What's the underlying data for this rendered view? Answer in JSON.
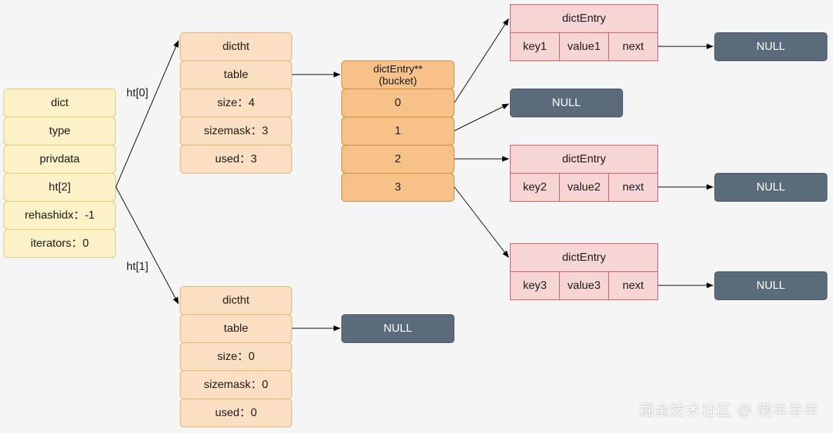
{
  "dict": [
    "dict",
    "type",
    "privdata",
    "ht[2]",
    "rehashidx：-1",
    "iterators：0"
  ],
  "ht0_label": "ht[0]",
  "ht1_label": "ht[1]",
  "ht0": [
    "dictht",
    "table",
    "size：4",
    "sizemask：3",
    "used：3"
  ],
  "ht1": [
    "dictht",
    "table",
    "size：0",
    "sizemask：0",
    "used：0"
  ],
  "bucket_header": "dictEntry**\n(bucket)",
  "buckets": [
    "0",
    "1",
    "2",
    "3"
  ],
  "entries": [
    {
      "title": "dictEntry",
      "key": "key1",
      "value": "value1",
      "next": "next"
    },
    {
      "title": "dictEntry",
      "key": "key2",
      "value": "value2",
      "next": "next"
    },
    {
      "title": "dictEntry",
      "key": "key3",
      "value": "value3",
      "next": "next"
    }
  ],
  "null": "NULL",
  "watermark": "掘金技术社区 @ 懒羊羊羊",
  "colors": {
    "dict_fill": "#fbf0c6",
    "ht_fill": "#fadfc3",
    "bucket_fill": "#f7c18a",
    "entry_fill": "#f8d5d5",
    "null_fill": "#5a6b7b",
    "background": "#f5f5f5"
  }
}
